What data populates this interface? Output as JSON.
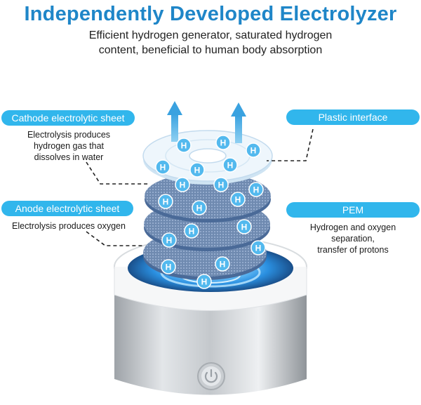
{
  "header": {
    "title": "Independently Developed Electrolyzer",
    "subtitle_line1": "Efficient hydrogen generator, saturated hydrogen",
    "subtitle_line2": "content, beneficial to human body absorption"
  },
  "labels": {
    "cathode": {
      "title": "Cathode electrolytic sheet",
      "desc_line1": "Electrolysis produces",
      "desc_line2": "hydrogen gas that",
      "desc_line3": "dissolves in water"
    },
    "anode": {
      "title": "Anode electrolytic sheet",
      "desc_line1": "Electrolysis produces oxygen"
    },
    "plastic": {
      "title": "Plastic interface"
    },
    "pem": {
      "title": "PEM",
      "desc_line1": "Hydrogen and oxygen",
      "desc_line2": "separation,",
      "desc_line3": "transfer of protons"
    }
  },
  "molecule_symbol": "H",
  "colors": {
    "title": "#1f86c8",
    "pill": "#31b6ec",
    "arrow": "#4fb3e8",
    "glow": "#39a8f0"
  },
  "icons": {
    "power": "power-button-icon",
    "arrows": "upward-arrow-icon"
  }
}
